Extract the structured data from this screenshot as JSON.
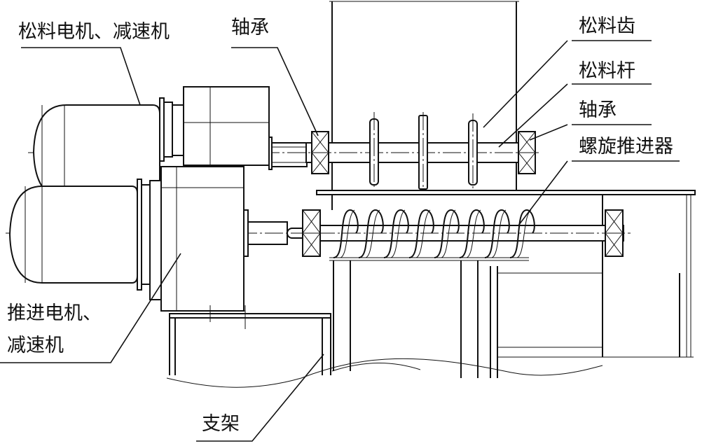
{
  "labels": {
    "loosening_motor_reducer": "松料电机、减速机",
    "bearing_top": "轴承",
    "loosening_teeth": "松料齿",
    "loosening_rod": "松料杆",
    "bearing_right": "轴承",
    "screw_conveyor": "螺旋推进器",
    "push_motor_line1": "推进电机、",
    "push_motor_line2": "减速机",
    "support_frame": "支架"
  }
}
